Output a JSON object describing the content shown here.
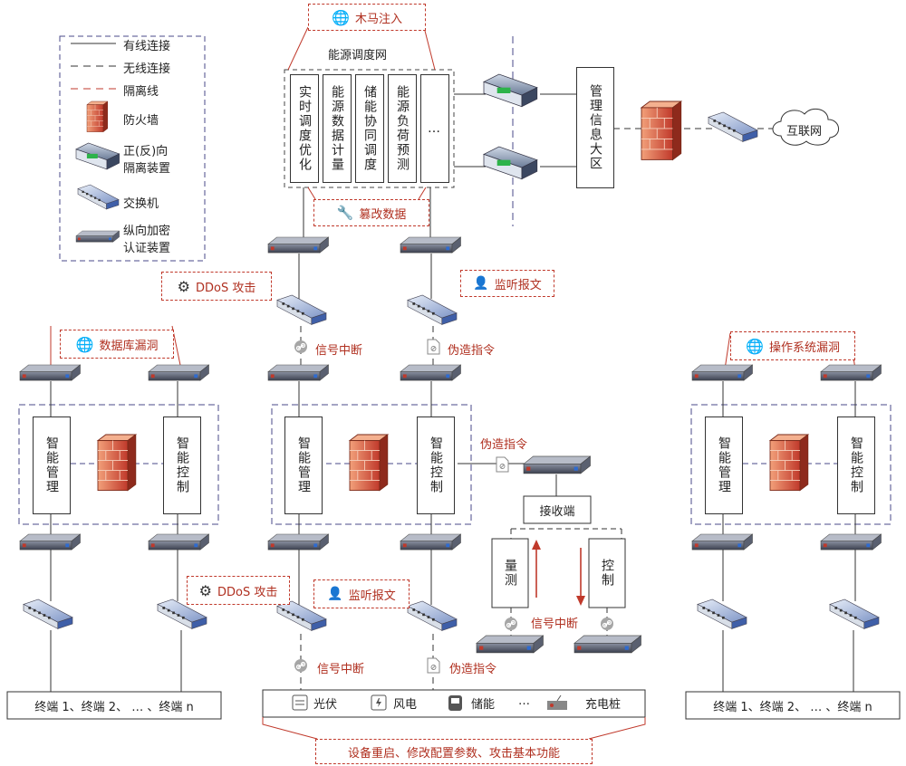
{
  "legend": {
    "wired": "有线连接",
    "wireless": "无线连接",
    "isolation": "隔离线",
    "firewall": "防火墙",
    "isolator": "正(反)向\n隔离装置",
    "switch": "交换机",
    "encrypt": "纵向加密\n认证装置"
  },
  "center_title": "能源调度网",
  "apps": [
    "实时调度优化",
    "能源数据计量",
    "储能协同调度",
    "能源负荷预测",
    "…"
  ],
  "mgmt": "管理信息大区",
  "internet": "互联网",
  "attacks": {
    "trojan": "木马注入",
    "tamper": "篡改数据",
    "ddos": "DDoS 攻击",
    "sniff": "监听报文",
    "signal_break": "信号中断",
    "forge": "伪造指令",
    "db_vuln": "数据库漏洞",
    "os_vuln": "操作系统漏洞",
    "device": "设备重启、修改配置参数、攻击基本功能"
  },
  "station": {
    "mgmt": "智能管理",
    "ctrl": "智能控制"
  },
  "receiver": "接收端",
  "measure": "量测",
  "control": "控制",
  "terminals_left": "终端 1、终端 2、 … 、终端 n",
  "terminals_right": "终端 1、终端 2、 … 、终端 n",
  "devices": [
    "光伏",
    "风电",
    "储能",
    "…",
    "充电桩"
  ]
}
